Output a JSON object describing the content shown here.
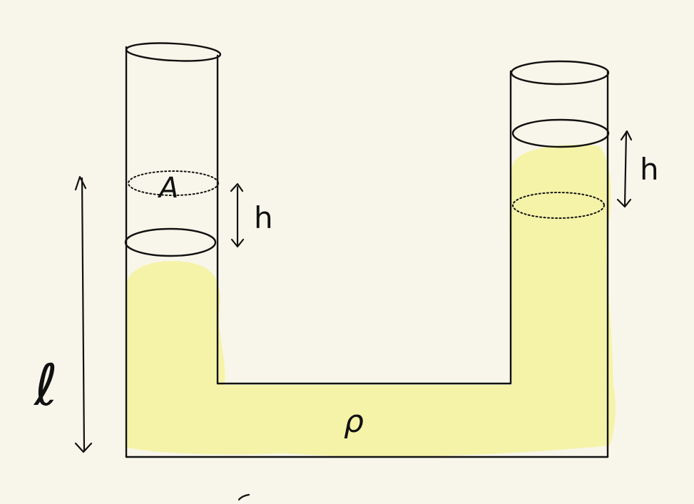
{
  "diagram": {
    "labels": {
      "area": "A",
      "height_left": "h",
      "height_right": "h",
      "length_vertical": "ℓ",
      "density": "ρ"
    },
    "colors": {
      "background": "#f8f6ea",
      "liquid": "#f5f3a8",
      "ink": "#111111"
    }
  }
}
